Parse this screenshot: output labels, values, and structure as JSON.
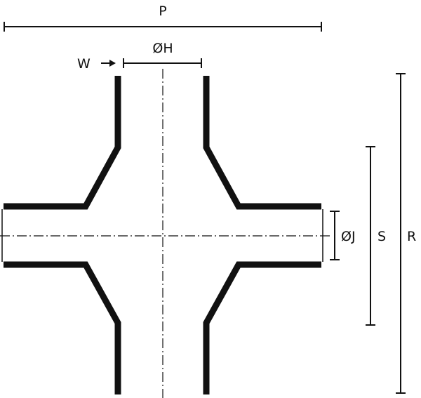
{
  "labels": {
    "p": "P",
    "h": "ØH",
    "w": "W",
    "j": "ØJ",
    "s": "S",
    "r": "R"
  },
  "colors": {
    "line": "#111111",
    "background": "#ffffff"
  }
}
